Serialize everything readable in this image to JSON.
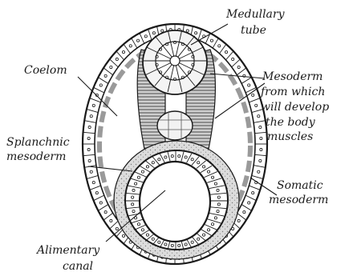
{
  "labels": {
    "medullary_tube": [
      "Medullary",
      "tube"
    ],
    "coelom": [
      "Coelom"
    ],
    "mesoderm": [
      "Mesoderm",
      "from which",
      "will develop",
      "the body",
      "muscles"
    ],
    "splanchnic": [
      "Splanchnic",
      "mesoderm"
    ],
    "somatic": [
      "Somatic",
      "mesoderm"
    ],
    "alimentary": [
      "Alimentary",
      "canal"
    ]
  },
  "colors": {
    "ink": "#1a1a1a",
    "tissue": "#d6d6d6",
    "background": "#ffffff"
  }
}
